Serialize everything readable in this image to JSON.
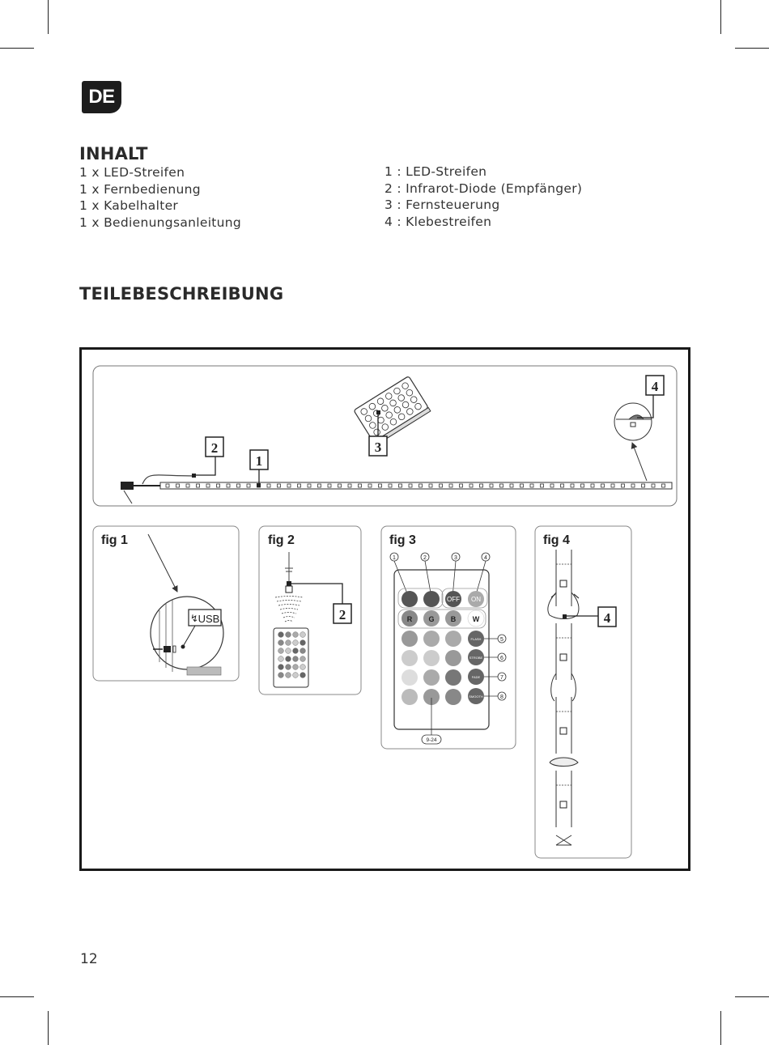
{
  "language_badge": "DE",
  "contents": {
    "title": "INHALT",
    "items": [
      "1 x LED-Streifen",
      "1 x Fernbedienung",
      "1 x Kabelhalter",
      "1 x Bedienungsanleitung"
    ]
  },
  "parts_legend": [
    "1 : LED-Streifen",
    "2 : Infrarot-Diode (Empfänger)",
    "3 : Fernsteuerung",
    "4 : Klebestreifen"
  ],
  "parts_title": "TEILEBESCHREIBUNG",
  "diagram": {
    "callouts": {
      "strip": "1",
      "ir_diode": "2",
      "remote": "3",
      "adhesive": "4"
    },
    "fig1": {
      "label": "fig 1",
      "usb_label": "USB"
    },
    "fig2": {
      "label": "fig 2",
      "callout": "2"
    },
    "fig3": {
      "label": "fig 3",
      "top_numbers": [
        "1",
        "2",
        "3",
        "4"
      ],
      "button_off": "OFF",
      "button_on": "ON",
      "color_buttons": [
        "R",
        "G",
        "B",
        "W"
      ],
      "mode_buttons": [
        "FLASH",
        "STROBE",
        "FADE",
        "SMOOTH"
      ],
      "side_numbers": [
        "5",
        "6",
        "7",
        "8"
      ],
      "bottom_label": "9-24"
    },
    "fig4": {
      "label": "fig 4",
      "callout": "4"
    }
  },
  "page_number": "12"
}
